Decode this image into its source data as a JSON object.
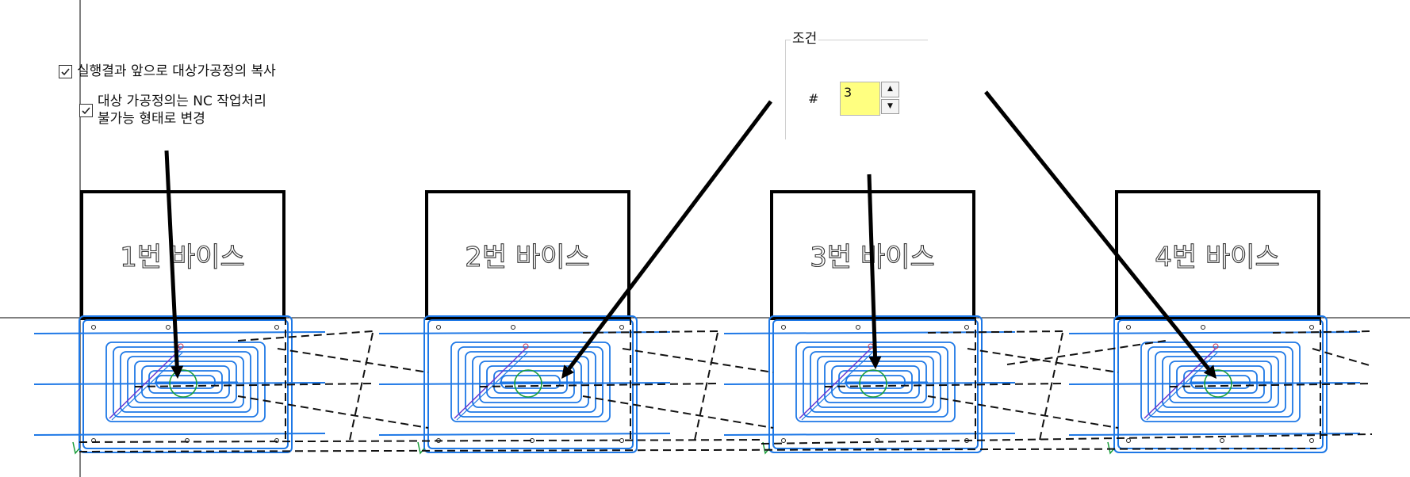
{
  "options": {
    "copy_checkbox": {
      "label": "실행결과 앞으로 대상가공정의 복사",
      "checked": true
    },
    "nc_checkbox": {
      "label_lines": [
        "대상 가공정의는 NC 작업처리",
        "불가능 형태로 변경"
      ],
      "checked": true
    }
  },
  "condition_group": {
    "title": "조건",
    "count_label": "#",
    "count_value": "3",
    "count_bg": "#ffff80"
  },
  "vises": [
    {
      "label": "1번 바이스"
    },
    {
      "label": "2번 바이스"
    },
    {
      "label": "3번 바이스"
    },
    {
      "label": "4번 바이스"
    }
  ],
  "colors": {
    "toolpath": "#1e78e6",
    "rapid": "#111111",
    "arrow": "#000000",
    "circle": "#1a9e3a",
    "diagonal": "#6a3ad0"
  },
  "icons": {
    "check": "checkmark-icon",
    "spin_up": "chevron-up-icon",
    "spin_down": "chevron-down-icon"
  }
}
